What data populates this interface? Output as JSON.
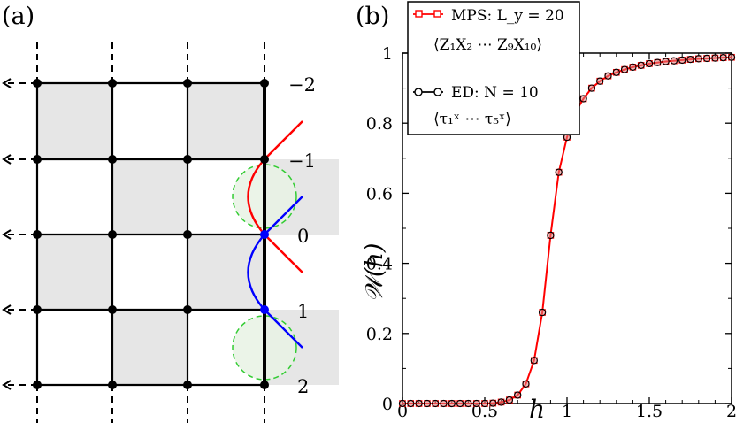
{
  "panel_a": {
    "label": "(a)",
    "row_labels": [
      "−2",
      "−1",
      "0",
      "1",
      "2"
    ],
    "colors": {
      "shaded_cell": "#e6e6e6",
      "red_curve": "#ff0000",
      "blue_curve": "#0000ff",
      "dashed_circle": "#33cc33",
      "circle_fill": "#e8f2e4"
    }
  },
  "panel_b": {
    "label": "(b)",
    "legend": [
      {
        "line1": "MPS: L_y = 20",
        "line2": "⟨Z₁X₂ ⋯ Z₉X₁₀⟩",
        "marker": "square",
        "color": "#ff0000"
      },
      {
        "line1": "ED: N = 10",
        "line2": "⟨τ₁ˣ ⋯ τ₅ˣ⟩",
        "marker": "circle",
        "color": "#000000"
      }
    ]
  },
  "chart_data": {
    "type": "line",
    "xlabel": "h",
    "ylabel": "𝒲(h)",
    "xlim": [
      0,
      2
    ],
    "ylim": [
      0,
      1
    ],
    "xticks": [
      "0",
      "0.5",
      "1",
      "1.5",
      "2"
    ],
    "yticks": [
      "0",
      "0.2",
      "0.4",
      "0.6",
      "0.8",
      "1"
    ],
    "grid": false,
    "legend_position": "top-left",
    "series": [
      {
        "name": "MPS: L_y = 20",
        "color": "#ff0000",
        "marker": "square",
        "x": [
          0,
          0.05,
          0.1,
          0.15,
          0.2,
          0.25,
          0.3,
          0.35,
          0.4,
          0.45,
          0.5,
          0.55,
          0.6,
          0.65,
          0.7,
          0.75,
          0.8,
          0.85,
          0.9,
          0.95,
          1.0,
          1.05,
          1.1,
          1.15,
          1.2,
          1.25,
          1.3,
          1.35,
          1.4,
          1.45,
          1.5,
          1.55,
          1.6,
          1.65,
          1.7,
          1.75,
          1.8,
          1.85,
          1.9,
          1.95,
          2.0
        ],
        "y": [
          0,
          0,
          0,
          0,
          0,
          0,
          0,
          0,
          0,
          0,
          0,
          0.001,
          0.004,
          0.01,
          0.024,
          0.056,
          0.123,
          0.26,
          0.48,
          0.66,
          0.76,
          0.83,
          0.87,
          0.9,
          0.92,
          0.935,
          0.945,
          0.953,
          0.96,
          0.965,
          0.97,
          0.973,
          0.976,
          0.978,
          0.98,
          0.982,
          0.984,
          0.985,
          0.986,
          0.987,
          0.988
        ]
      },
      {
        "name": "ED: N = 10",
        "color": "#000000",
        "marker": "circle",
        "x": [
          0,
          0.05,
          0.1,
          0.15,
          0.2,
          0.25,
          0.3,
          0.35,
          0.4,
          0.45,
          0.5,
          0.55,
          0.6,
          0.65,
          0.7,
          0.75,
          0.8,
          0.85,
          0.9,
          0.95,
          1.0,
          1.05,
          1.1,
          1.15,
          1.2,
          1.25,
          1.3,
          1.35,
          1.4,
          1.45,
          1.5,
          1.55,
          1.6,
          1.65,
          1.7,
          1.75,
          1.8,
          1.85,
          1.9,
          1.95,
          2.0
        ],
        "y": [
          0,
          0,
          0,
          0,
          0,
          0,
          0,
          0,
          0,
          0,
          0,
          0.001,
          0.004,
          0.01,
          0.024,
          0.056,
          0.123,
          0.26,
          0.48,
          0.66,
          0.76,
          0.83,
          0.87,
          0.9,
          0.92,
          0.935,
          0.945,
          0.953,
          0.96,
          0.965,
          0.97,
          0.973,
          0.976,
          0.978,
          0.98,
          0.982,
          0.984,
          0.985,
          0.986,
          0.987,
          0.988
        ]
      }
    ]
  }
}
